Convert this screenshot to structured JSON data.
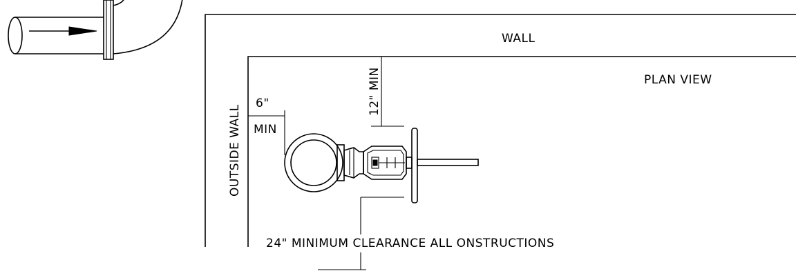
{
  "labels": {
    "wall": "WALL",
    "plan_view": "PLAN VIEW",
    "outside_wall": "OUTSIDE WALL",
    "six_inch": "6\"",
    "min": "MIN",
    "twelve_min": "12\" MIN",
    "clearance": "24\" MINIMUM CLEARANCE ALL ONSTRUCTIONS"
  }
}
